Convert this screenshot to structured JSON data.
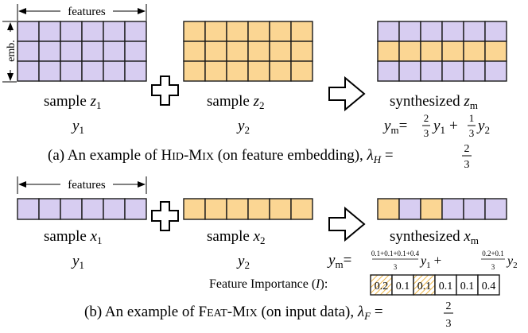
{
  "colors": {
    "purple": "#d7cdf1",
    "orange": "#fbd693",
    "stroke": "#1a1a1a"
  },
  "top": {
    "features_label": "features",
    "emb_label": "emb.",
    "sample1": {
      "prefix": "sample ",
      "var": "z",
      "sub": "1",
      "y_var": "y",
      "y_sub": "1"
    },
    "sample2": {
      "prefix": "sample ",
      "var": "z",
      "sub": "2",
      "y_var": "y",
      "y_sub": "2"
    },
    "result": {
      "prefix": "synthesized ",
      "var": "z",
      "sub": "m"
    },
    "formula": {
      "lhs_var": "y",
      "lhs_sub": "m",
      "eq": "=",
      "c1_num": "2",
      "c1_den": "3",
      "t1_var": "y",
      "t1_sub": "1",
      "plus": "+",
      "c2_num": "1",
      "c2_den": "3",
      "t2_var": "y",
      "t2_sub": "2"
    },
    "caption": {
      "pre": "(a) An example of ",
      "method_cap1": "H",
      "method_small1": "ID",
      "dash": "-",
      "method_cap2": "M",
      "method_small2": "IX",
      "post": " (on feature embedding), ",
      "lambda": "λ",
      "lambda_sub": "H",
      "eq": " = ",
      "frac_num": "2",
      "frac_den": "3"
    }
  },
  "bottom": {
    "features_label": "features",
    "sample1": {
      "prefix": "sample ",
      "var": "x",
      "sub": "1",
      "y_var": "y",
      "y_sub": "1"
    },
    "sample2": {
      "prefix": "sample ",
      "var": "x",
      "sub": "2",
      "y_var": "y",
      "y_sub": "2"
    },
    "result": {
      "prefix": "synthesized ",
      "var": "x",
      "sub": "m"
    },
    "result_pattern": [
      "orange",
      "purple",
      "orange",
      "purple",
      "purple",
      "purple"
    ],
    "formula": {
      "lhs_var": "y",
      "lhs_sub": "m",
      "eq": "=",
      "c1_num": "0.1+0.1+0.1+0.4",
      "c1_den": "3",
      "t1_var": "y",
      "t1_sub": "1",
      "plus": "+",
      "c2_num": "0.2+0.1",
      "c2_den": "3",
      "t2_var": "y",
      "t2_sub": "2"
    },
    "importance": {
      "label_pre": "Feature Importance (",
      "label_var": "I",
      "label_post": "):",
      "values": [
        "0.2",
        "0.1",
        "0.1",
        "0.1",
        "0.1",
        "0.4"
      ],
      "hatched": [
        true,
        false,
        true,
        false,
        false,
        false
      ]
    },
    "caption": {
      "pre": "(b) An example of ",
      "method_cap1": "F",
      "method_small1": "EAT",
      "dash": "-",
      "method_cap2": "M",
      "method_small2": "IX",
      "post": " (on input data), ",
      "lambda": "λ",
      "lambda_sub": "F",
      "eq": " = ",
      "frac_num": "2",
      "frac_den": "3"
    }
  }
}
